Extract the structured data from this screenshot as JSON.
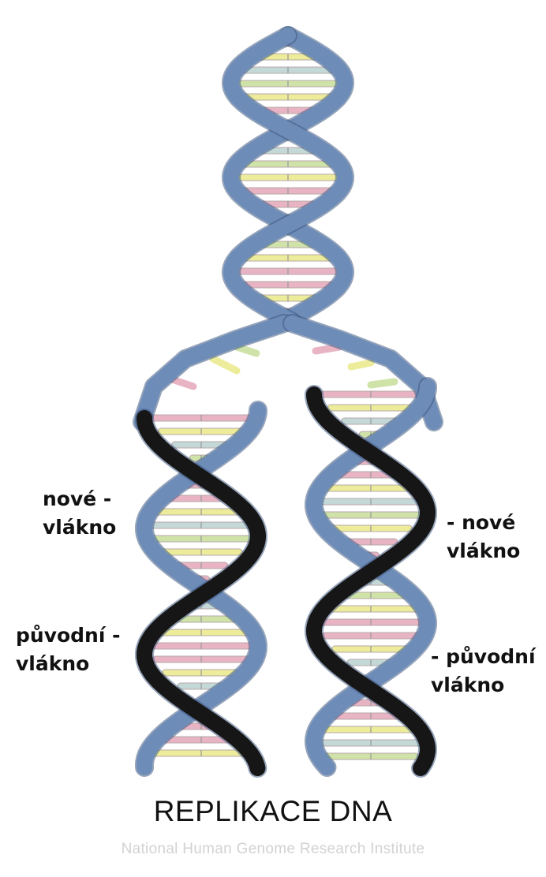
{
  "title": "REPLIKACE DNA",
  "credit": "National Human Genome Research Institute",
  "labels": {
    "left_new": [
      "nové -",
      "vlákno"
    ],
    "right_new": [
      "- nové",
      "vlákno"
    ],
    "left_original": [
      "původní -",
      "vlákno"
    ],
    "right_original": [
      "- původní",
      "vlákno"
    ]
  },
  "colors": {
    "backbone_original": "#6d8cb8",
    "backbone_new": "#161616",
    "base_pink": "#e8b4c4",
    "base_yellow": "#ecec9a",
    "base_blue": "#c4d8d8",
    "base_green": "#cfe2a8"
  }
}
